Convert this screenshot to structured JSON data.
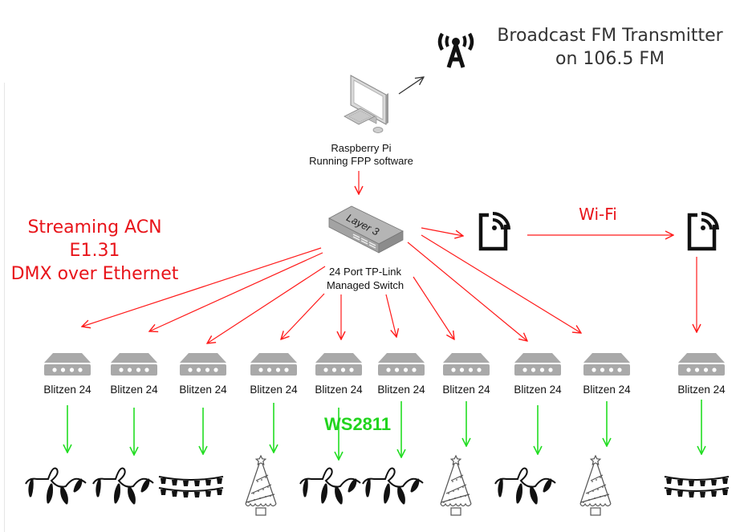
{
  "title": "Christmas light show network diagram",
  "transmitter": {
    "icon": "antenna-icon",
    "label_line1": "Broadcast FM Transmitter",
    "label_line2": "on 106.5 FM"
  },
  "controller": {
    "icon": "desktop-computer-icon",
    "label_line1": "Raspberry Pi",
    "label_line2": "Running FPP software"
  },
  "switch": {
    "icon": "network-switch-icon",
    "icon_text": "Layer 3",
    "label_line1": "24 Port TP-Link",
    "label_line2": "Managed Switch"
  },
  "protocol": {
    "line1": "Streaming ACN",
    "line2": "E1.31",
    "line3": "DMX over Ethernet"
  },
  "wifi": {
    "label": "Wi-Fi",
    "devices": [
      "wireless-bridge-icon",
      "wireless-bridge-icon"
    ]
  },
  "pixel_protocol": "WS2811",
  "colors": {
    "ethernet_arrows": "#ff1a1a",
    "pixel_arrows": "#22dd22",
    "controller_gray": "#a6a6a6",
    "protocol_text": "#e8141a",
    "ws_text": "#22d41e"
  },
  "controllers": [
    {
      "label": "Blitzen 24",
      "prop": "c9-string-lights"
    },
    {
      "label": "Blitzen 24",
      "prop": "c9-string-lights"
    },
    {
      "label": "Blitzen 24",
      "prop": "mini-bulb-garland"
    },
    {
      "label": "Blitzen 24",
      "prop": "christmas-tree"
    },
    {
      "label": "Blitzen 24",
      "prop": "c9-string-lights"
    },
    {
      "label": "Blitzen 24",
      "prop": "c9-string-lights"
    },
    {
      "label": "Blitzen 24",
      "prop": "christmas-tree"
    },
    {
      "label": "Blitzen 24",
      "prop": "c9-string-lights"
    },
    {
      "label": "Blitzen 24",
      "prop": "christmas-tree"
    },
    {
      "label": "Blitzen 24",
      "prop": "mini-bulb-garland",
      "via": "wifi"
    }
  ]
}
